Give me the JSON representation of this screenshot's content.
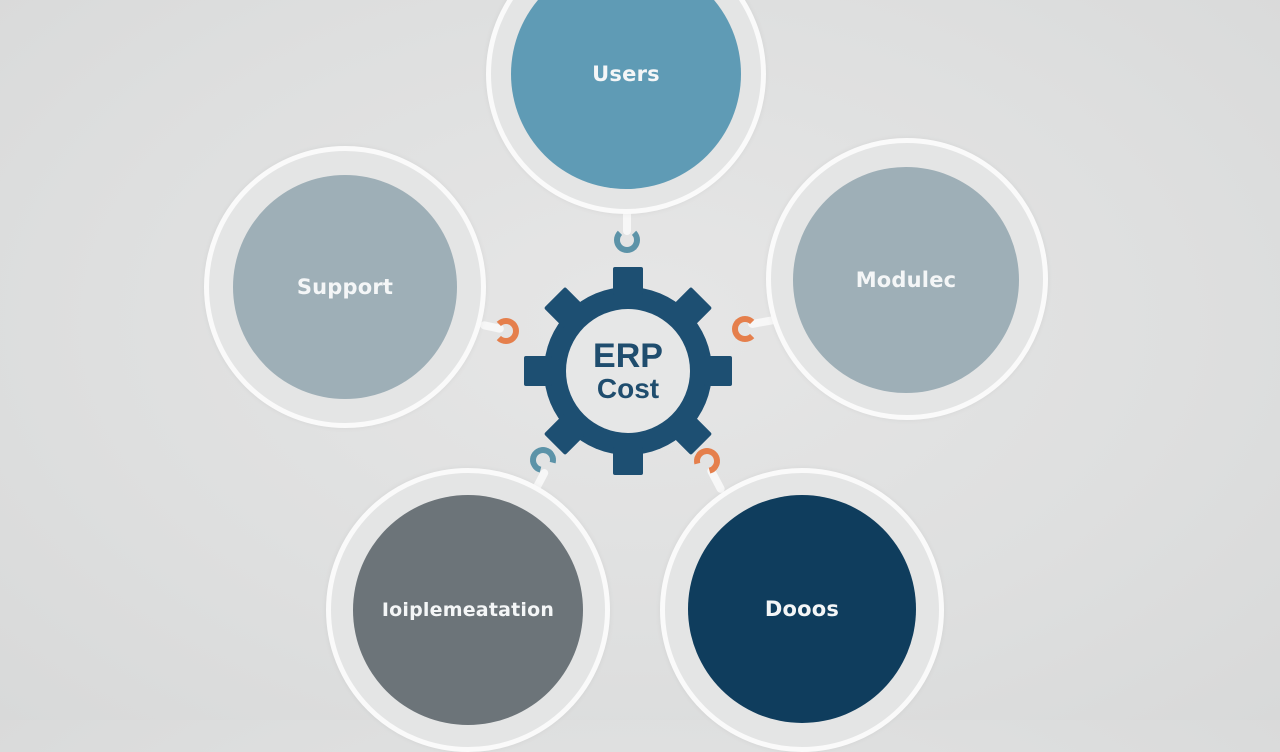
{
  "diagram": {
    "center": {
      "line1": "ERP",
      "line2": "Cost",
      "icon": "gear-icon",
      "color": "#1d4f72"
    },
    "nodes": [
      {
        "id": "users",
        "label": "Users",
        "color": "#5f9bb5"
      },
      {
        "id": "modules",
        "label": "Modulec",
        "color": "#9eafb7"
      },
      {
        "id": "support",
        "label": "Support",
        "color": "#9eafb7"
      },
      {
        "id": "implementation",
        "label": "Ioiplemeatation",
        "color": "#6c7479"
      },
      {
        "id": "docs",
        "label": "Dooos",
        "color": "#0f3d5d"
      }
    ],
    "connector_colors": {
      "teal": "#5c93a8",
      "orange": "#e57f4c"
    }
  }
}
